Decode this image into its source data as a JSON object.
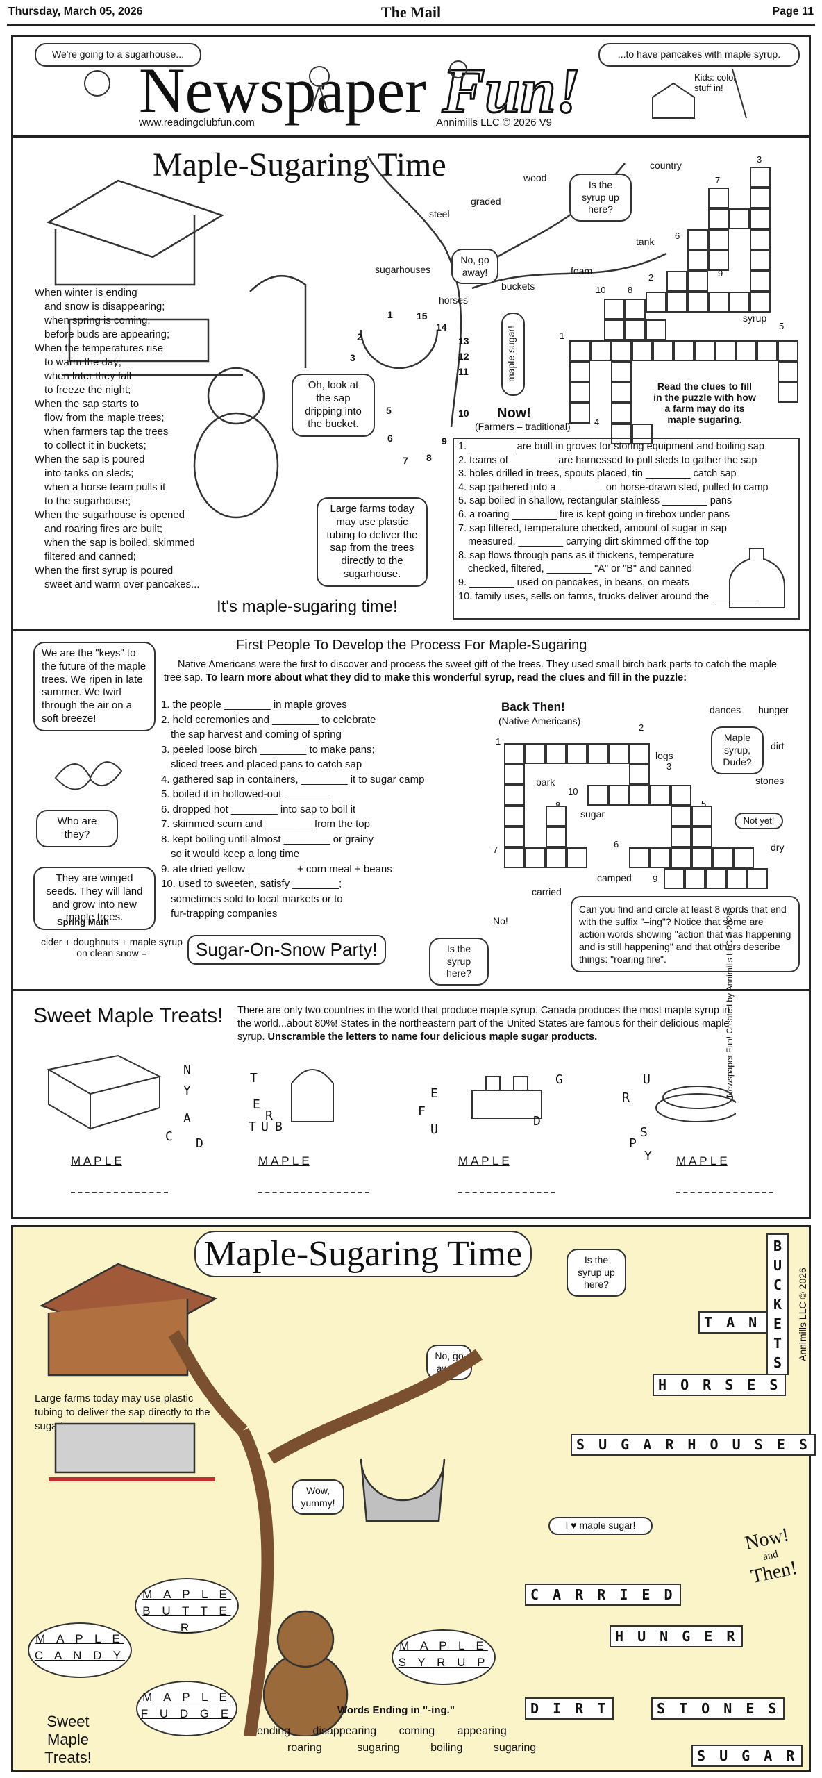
{
  "header": {
    "date": "Thursday, March 05, 2026",
    "paper": "The Mail",
    "page": "Page 11"
  },
  "banner": {
    "bubble_left": "We're going to a sugarhouse...",
    "bubble_right": "...to have pancakes with maple syrup.",
    "title_a": "Newspaper",
    "title_b": "Fun!",
    "url": "www.readingclubfun.com",
    "copyright": "Annimills LLC © 2026 V9",
    "color_note": "Kids: color stuff in!"
  },
  "section1": {
    "title": "Maple-Sugaring Time",
    "poem": [
      "When winter is ending",
      "and snow is disappearing;",
      "when spring is coming,",
      "before buds are appearing;",
      "When the temperatures rise",
      "to warm the day;",
      "when later they fall",
      "to freeze the night;",
      "When the sap starts to",
      "flow from the maple trees;",
      "when farmers tap the trees",
      "to collect it in buckets;",
      "When the sap is poured",
      "into tanks on sleds;",
      "when a horse team pulls it",
      "to the sugarhouse;",
      "When the sugarhouse is opened",
      "and roaring fires are built;",
      "when the sap is boiled, skimmed",
      "filtered and canned;",
      "When the first syrup is poured",
      "sweet and warm over pancakes..."
    ],
    "closing": "It's maple-sugaring time!",
    "bubble_bear": "Oh, look at the sap dripping into the bucket.",
    "bubble_farms": "Large farms today may use plastic tubing to deliver the sap from the trees directly to the sugarhouse.",
    "bubble_syrup": "Is the syrup up here?",
    "bubble_nogo": "No, go away!",
    "tag_maple": "maple sugar!",
    "now_label": "Now!",
    "now_sub": "(Farmers – traditional)",
    "puzzle_note": "Read the clues to fill in the puzzle with how a farm may do its maple sugaring.",
    "words": [
      "country",
      "wood",
      "graded",
      "steel",
      "tank",
      "sugarhouses",
      "foam",
      "horses",
      "buckets",
      "syrup"
    ],
    "clues": [
      "1. ________ are built in groves for storing equipment and boiling sap",
      "2. teams of ________ are harnessed to pull sleds to gather the sap",
      "3. holes drilled in trees, spouts placed, tin ________ catch sap",
      "4. sap gathered into a ________ on horse-drawn sled, pulled to camp",
      "5. sap boiled in shallow, rectangular stainless ________ pans",
      "6. a roaring ________ fire is kept going in firebox under pans",
      "7. sap filtered, temperature checked, amount of sugar in sap",
      "    measured, ________ carrying dirt skimmed off the top",
      "8. sap flows through pans as it thickens, temperature",
      "    checked, filtered, ________ \"A\" or \"B\" and canned",
      "9. ________ used on pancakes, in beans, on meats",
      "10. family uses, sells on farms, trucks deliver around the ________"
    ]
  },
  "section2": {
    "title": "First People To Develop the Process For Maple-Sugaring",
    "intro_a": "Native Americans were the first to discover and process the sweet gift of the trees. They used small birch bark parts to catch the maple tree sap.",
    "intro_b": "To learn more about what they did to make this wonderful syrup, read the clues and fill in the puzzle:",
    "bubble_keys": "We are the \"keys\" to the future of the maple trees. We ripen in late summer. We twirl through the air on a soft breeze!",
    "bubble_who": "Who are they?",
    "bubble_seeds": "They are winged seeds. They will land and grow into new maple trees.",
    "spring_math": "Spring Math",
    "math": "cider + doughnuts + maple syrup on clean snow =",
    "party": "Sugar-On-Snow Party!",
    "back_then": "Back Then!",
    "back_sub": "(Native Americans)",
    "bubble_dude": "Maple syrup, Dude?",
    "bubble_notyet": "Not yet!",
    "bubble_no": "No!",
    "bubble_syrup2": "Is the syrup here?",
    "words": [
      "dances",
      "hunger",
      "logs",
      "dirt",
      "stones",
      "bark",
      "sugar",
      "dry",
      "camped",
      "carried"
    ],
    "ing_note": "Can you find and circle at least 8 words that end with the suffix \"–ing\"? Notice that some are action words showing \"action that was happening and is still happening\" and that others describe things: \"roaring fire\".",
    "clues": [
      "1. the people ________ in maple groves",
      "2. held ceremonies and ________ to celebrate",
      "    the sap harvest and coming of spring",
      "3. peeled loose birch ________ to make pans;",
      "    sliced trees and placed pans to catch sap",
      "4. gathered sap in containers, ________ it to sugar camp",
      "5. boiled it in hollowed-out ________",
      "6. dropped hot ________ into sap to boil it",
      "7. skimmed scum and ________ from the top",
      "8. kept boiling until almost ________ or grainy",
      "    so it would keep a long time",
      "9. ate dried yellow ________ + corn meal + beans",
      "10. used to sweeten, satisfy ________;",
      "    sometimes sold to local markets or to",
      "    fur-trapping companies"
    ]
  },
  "section3": {
    "title": "Sweet Maple Treats!",
    "intro_a": "There are only two countries in the world that produce maple syrup. Canada produces the most maple syrup in the world...about 80%! States in the northeastern part of the United States are famous for their delicious maple syrup.",
    "intro_b": "Unscramble the letters to name four delicious maple sugar products.",
    "maple_label": "M A P L E",
    "scrambles": [
      {
        "letters": [
          "N",
          "Y",
          "A",
          "D",
          "C"
        ]
      },
      {
        "letters": [
          "T",
          "E",
          "R",
          "T",
          "U",
          "B"
        ]
      },
      {
        "letters": [
          "G",
          "F",
          "E",
          "U",
          "D"
        ]
      },
      {
        "letters": [
          "U",
          "R",
          "S",
          "P",
          "Y"
        ]
      }
    ],
    "side_credit": "Newspaper Fun! Created by Annimills LLC © 2026"
  },
  "section4": {
    "title": "Maple-Sugaring Time",
    "bubble_syrup": "Is the syrup up here?",
    "bubble_nogo": "No, go away!",
    "bubble_wow": "Wow, yummy!",
    "farms": "Large farms today may use plastic tubing to deliver the sap directly to the sugarhouse.",
    "tag_maple": "I ♥ maple sugar!",
    "now_then": [
      "Now!",
      "and",
      "Then!"
    ],
    "credit": "Annimills LLC © 2026",
    "answers": [
      {
        "top": "M A P L E",
        "bottom": "B U T T E R"
      },
      {
        "top": "M A P L E",
        "bottom": "C A N D Y"
      },
      {
        "top": "M A P L E",
        "bottom": "F U D G E"
      },
      {
        "top": "M A P L E",
        "bottom": "S Y R U P"
      }
    ],
    "sweet": "Sweet Maple Treats!",
    "ing_title": "Words Ending in \"-ing.\"",
    "ing_row1": [
      "ending",
      "disappearing",
      "coming",
      "appearing"
    ],
    "ing_row2": [
      "roaring",
      "sugaring",
      "boiling",
      "sugaring"
    ],
    "grid_words": {
      "sugarhouses": "S U G A R H O U S E S",
      "horses": "H O R S E S",
      "tank": "T A N K",
      "buckets": "B U C K E T S",
      "carried": "C A R R I E D",
      "hunger": "H U N G E R",
      "stones": "S T O N E S",
      "sugar": "S U G A R",
      "dirt": "D I R T"
    }
  }
}
